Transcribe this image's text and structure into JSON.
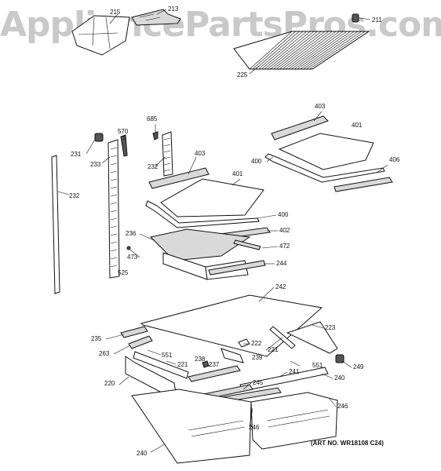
{
  "watermark": "AppliancePartsPros.com",
  "art_number": "(ART NO. WR18108 C24)",
  "labels": {
    "l215": "215",
    "l213": "213",
    "l211": "211",
    "l225": "225",
    "l685": "685",
    "l570": "570",
    "l231": "231",
    "l233": "233",
    "l232a": "232",
    "l403a": "403",
    "l403b": "403",
    "l401a": "401",
    "l401b": "401",
    "l400a": "400",
    "l400b": "400",
    "l406": "406",
    "l232b": "232",
    "l236": "236",
    "l402": "402",
    "l472": "472",
    "l473": "473",
    "l244": "244",
    "l525": "525",
    "l242": "242",
    "l235": "235",
    "l223": "223",
    "l222": "222",
    "l221a": "221",
    "l263": "263",
    "l551a": "551",
    "l238": "238",
    "l237": "237",
    "l239": "239",
    "l551b": "551",
    "l249": "249",
    "l221b": "221",
    "l241": "241",
    "l240a": "240",
    "l220": "220",
    "l245": "245",
    "l246a": "246",
    "l246b": "246",
    "l240b": "240"
  }
}
